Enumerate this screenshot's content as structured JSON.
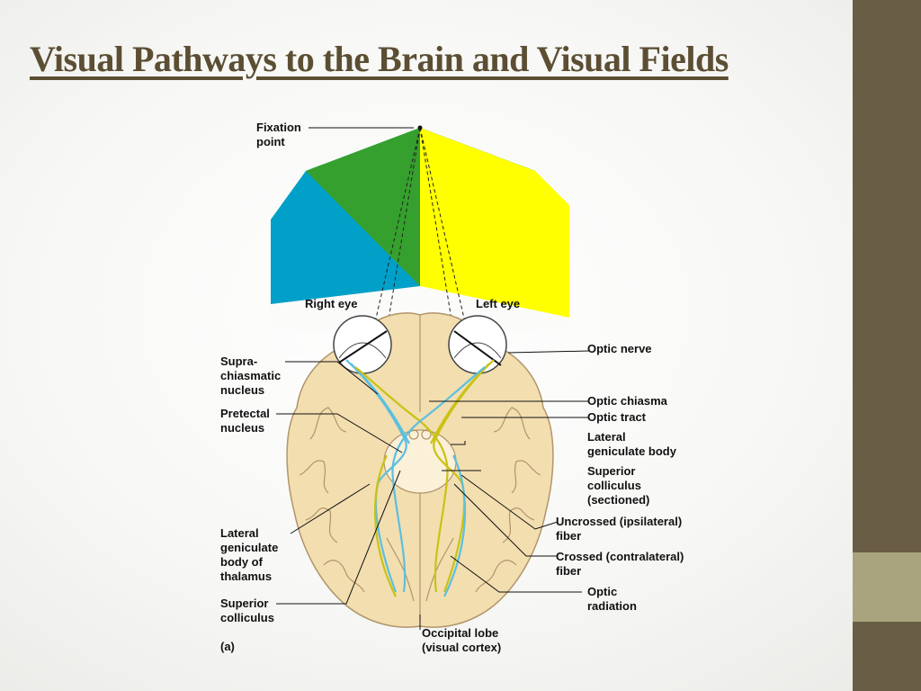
{
  "slide": {
    "title": "Visual Pathways to the Brain and Visual Fields",
    "colors": {
      "title": "#5b4e33",
      "sidebar": "#6a5d45",
      "sidebar_accent": "#a9a47d"
    }
  },
  "diagram": {
    "fields": {
      "left_field_color": "#00a0c8",
      "middle_field_color": "#35a02d",
      "right_field_color": "#ffff00"
    },
    "labels": {
      "fixation": [
        "Fixation",
        "point"
      ],
      "right_eye": "Right eye",
      "left_eye": "Left eye",
      "suprachiasmatic": [
        "Supra-",
        "chiasmatic",
        "nucleus"
      ],
      "pretectal": [
        "Pretectal",
        "nucleus"
      ],
      "lgn_thalamus": [
        "Lateral",
        "geniculate",
        "body of",
        "thalamus"
      ],
      "superior_colliculus_left": [
        "Superior",
        "colliculus"
      ],
      "panel": "(a)",
      "optic_nerve": "Optic nerve",
      "optic_chiasma": "Optic chiasma",
      "optic_tract": "Optic tract",
      "lgn_right": [
        "Lateral",
        "geniculate body"
      ],
      "superior_colliculus_right": [
        "Superior",
        "colliculus",
        "(sectioned)"
      ],
      "uncrossed": [
        "Uncrossed (ipsilateral)",
        "fiber"
      ],
      "crossed": [
        "Crossed (contralateral)",
        "fiber"
      ],
      "optic_radiation": [
        "Optic",
        "radiation"
      ],
      "occipital": [
        "Occipital lobe",
        "(visual cortex)"
      ]
    }
  }
}
